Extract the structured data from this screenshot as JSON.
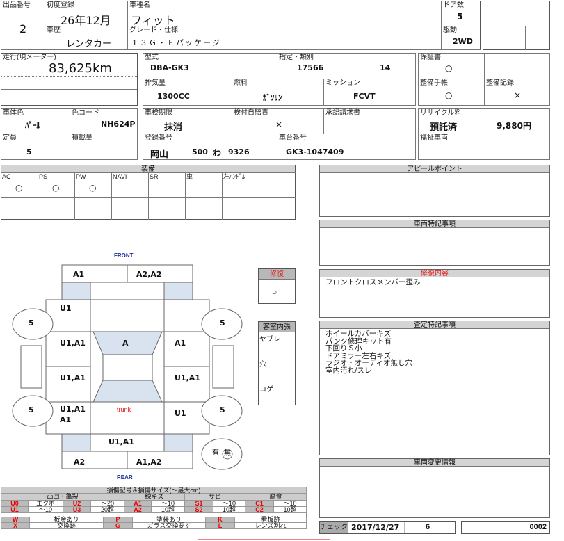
{
  "header": {
    "lot_no_label": "出品番号",
    "lot_no": "2",
    "first_reg_label": "初度登録",
    "first_reg": "26年12月",
    "history_label": "車歴",
    "history": "レンタカー",
    "model_name_label": "車種名",
    "model_name": "フィット",
    "grade_label": "グレード・仕様",
    "grade": "１３Ｇ・Ｆパッケージ",
    "doors_label": "ドア数",
    "doors": "5",
    "drive_label": "駆動",
    "drive": "2WD"
  },
  "spec": {
    "mileage_label": "走行(現メーター)",
    "mileage": "83,625km",
    "type_label": "型式",
    "type": "DBA-GK3",
    "designation_label": "指定・類別",
    "designation": "17566",
    "category": "14",
    "displacement_label": "排気量",
    "displacement": "1300CC",
    "fuel_label": "燃料",
    "fuel": "ｶﾞｿﾘﾝ",
    "mission_label": "ミッション",
    "mission": "FCVT",
    "warranty_label": "保証書",
    "warranty": "○",
    "manual_label": "整備手帳",
    "manual": "○",
    "records_label": "整備記録",
    "records": "×"
  },
  "body": {
    "color_label": "車体色",
    "color": "ﾊﾟｰﾙ",
    "color_code_label": "色コード",
    "color_code": "NH624P",
    "capacity_label": "定員",
    "capacity": "5",
    "load_label": "積載量",
    "inspection_label": "車検期限",
    "inspection": "抹消",
    "insurance_label": "検付自賠責",
    "insurance": "×",
    "approval_label": "承認請求書",
    "reg_no_label": "登録番号",
    "reg_area": "岡山",
    "reg_class": "500",
    "reg_kana": "わ",
    "reg_number": "9326",
    "chassis_label": "車台番号",
    "chassis": "GK3-1047409",
    "recycle_label": "リサイクル料",
    "recycle_status": "預託済",
    "recycle_fee": "9,880円",
    "welfare_label": "福祉車両"
  },
  "equipment": {
    "title": "装備",
    "items": [
      {
        "label": "AC",
        "value": "○"
      },
      {
        "label": "PS",
        "value": "○"
      },
      {
        "label": "PW",
        "value": "○"
      },
      {
        "label": "NAVI",
        "value": ""
      },
      {
        "label": "SR",
        "value": ""
      },
      {
        "label": "車",
        "value": ""
      },
      {
        "label": "左ﾊﾝﾄﾞﾙ",
        "value": ""
      }
    ]
  },
  "diagram": {
    "front": "FRONT",
    "rear": "REAR",
    "front_bumper_left": "A1",
    "front_bumper_right": "A2,A2",
    "left_fender": "U1",
    "left_front_door": "U1,A1",
    "left_rear_door": "U1,A1",
    "left_quarter": "U1,A1",
    "left_quarter_2": "A1",
    "roof": "A",
    "right_front_door": "A1",
    "right_rear_door": "U1,A1",
    "right_quarter": "U1",
    "trunk": "trunk",
    "rear_panel": "U1,A1",
    "rear_bumper_left": "A2",
    "rear_bumper_right": "A1,A2",
    "tire_fl": "5",
    "tire_fr": "5",
    "tire_rl": "5",
    "tire_rr": "5",
    "spare_yes": "有",
    "spare_no": "無",
    "repair_label": "修復",
    "repair": "○",
    "interior_label": "客室内張",
    "interior_items": [
      "ヤブレ",
      "穴",
      "コゲ"
    ]
  },
  "panels": {
    "appeal_title": "アピールポイント",
    "notes_title": "車両特記事項",
    "repair_title": "修復内容",
    "repair_lines": [
      "フロントクロスメンバー歪み"
    ],
    "inspection_title": "査定特記事項",
    "inspection_lines": [
      "ホイールカバーキズ",
      "パンク修理キット有",
      "下回りＳ小",
      "ドアミラー左右キズ",
      "ラジオ・オーディオ無し穴",
      "室内汚れ/スレ"
    ],
    "change_title": "車両変更情報",
    "check_label": "チェック",
    "check_date": "2017/12/27",
    "check_no": "6",
    "sheet_no": "0002"
  },
  "legend": {
    "title": "損傷記号＆損傷サイズ(～最大cm)",
    "groups": [
      "凸凹・亀裂",
      "線キズ",
      "サビ",
      "腐食"
    ],
    "row1": [
      "U0",
      "エクボ",
      "U2",
      "～20",
      "A1",
      "～10",
      "S1",
      "～10",
      "C1",
      "～10"
    ],
    "row2": [
      "U1",
      "～10",
      "U3",
      "20超",
      "A2",
      "10超",
      "S2",
      "10超",
      "C2",
      "10超"
    ],
    "row3": [
      "W",
      "板金あり",
      "P",
      "塗装あり",
      "K",
      "看板跡"
    ],
    "row4": [
      "X",
      "交換跡",
      "G",
      "ガラス交換要す",
      "L",
      "レンズ割れ"
    ]
  },
  "colors": {
    "accent_red": "#e02020",
    "navy": "#1a2a9a",
    "panel_blue": "#d9e2ef"
  }
}
